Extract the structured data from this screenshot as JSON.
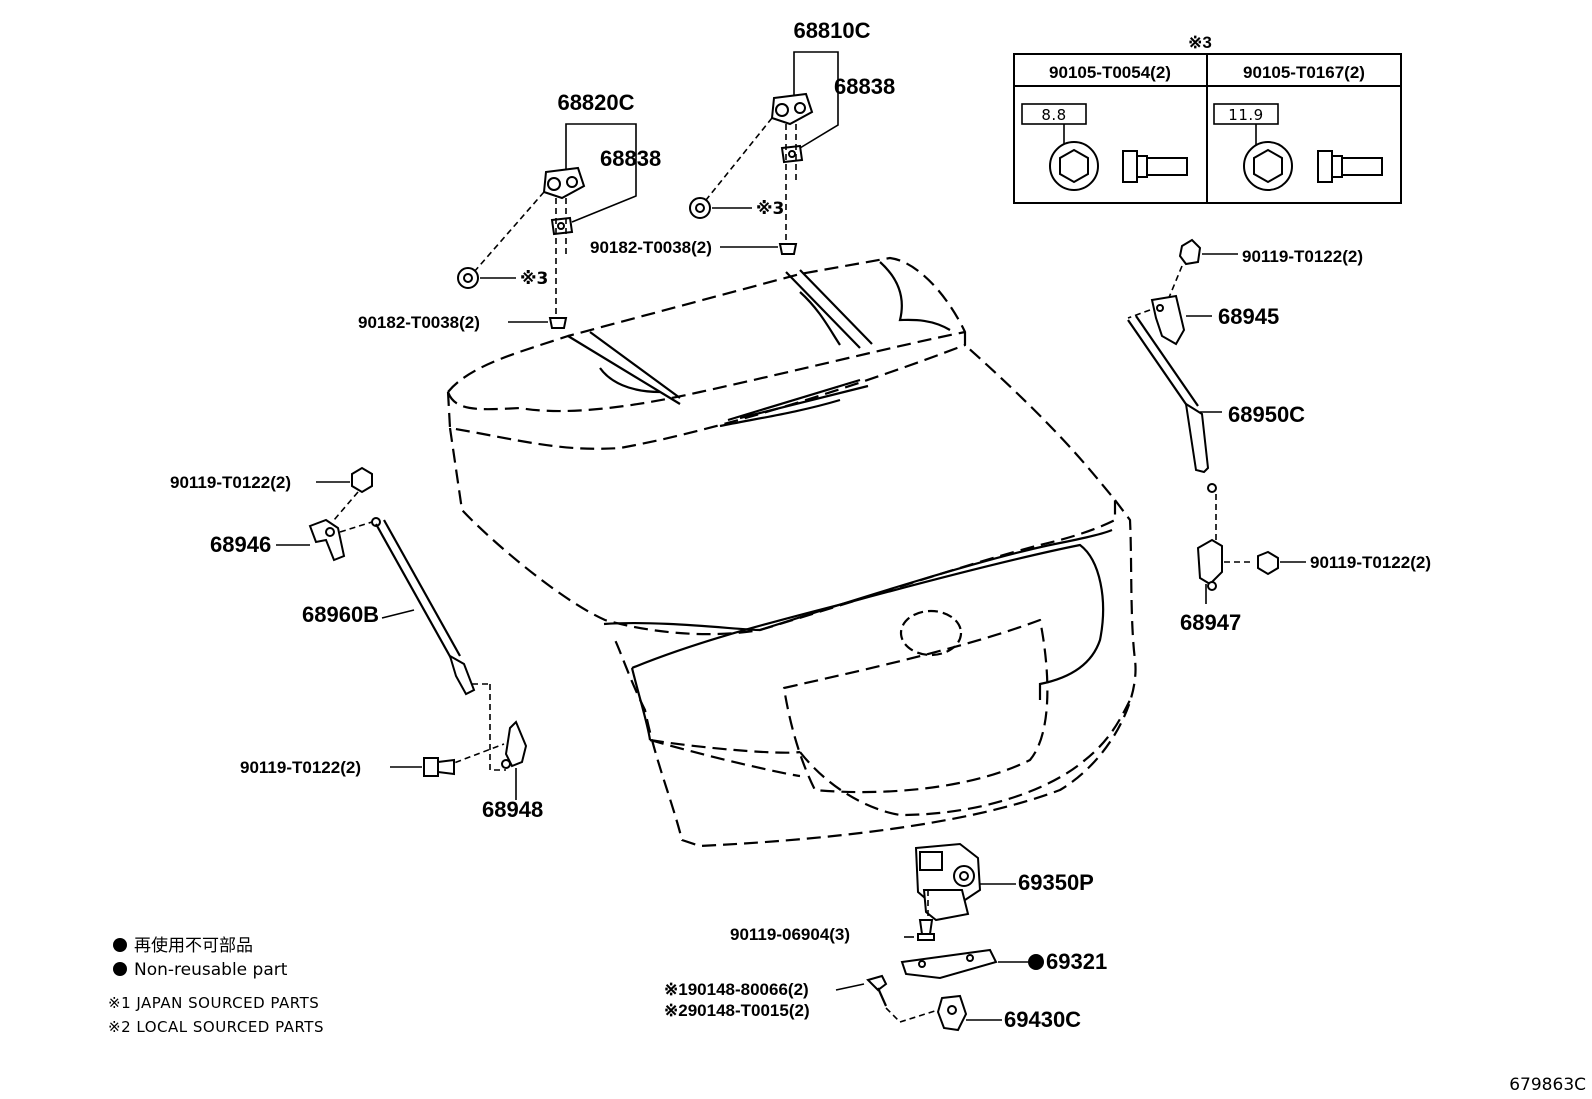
{
  "diagram_id": "679863C",
  "legend": {
    "non_reusable_jp": "再使用不可部品",
    "non_reusable_en": "Non-reusable part",
    "note1": "※1 JAPAN SOURCED PARTS",
    "note2": "※2 LOCAL SOURCED PARTS"
  },
  "bolt_table": {
    "header_mark": "※3",
    "columns": [
      {
        "part": "90105-T0054(2)",
        "size": "8.8"
      },
      {
        "part": "90105-T0167(2)",
        "size": "11.9"
      }
    ]
  },
  "callouts": {
    "hinge_right_assy": "68810C",
    "hinge_left_assy": "68820C",
    "shim_right": "68838",
    "shim_left": "68838",
    "mark3_right": "※3",
    "mark3_left": "※3",
    "nut_right": "90182-T0038(2)",
    "nut_left": "90182-T0038(2)",
    "bolt_upper_right": "90119-T0122(2)",
    "bracket_upper_right": "68945",
    "stay_right": "68950C",
    "bolt_lower_right": "90119-T0122(2)",
    "bracket_lower_right": "68947",
    "bolt_upper_left": "90119-T0122(2)",
    "bracket_upper_left": "68946",
    "stay_left": "68960B",
    "bolt_lower_left": "90119-T0122(2)",
    "bracket_lower_left": "68948",
    "lock_assy": "69350P",
    "lock_bolt": "90119-06904(3)",
    "striker_plate": "69321",
    "screw_1": "※190148-80066(2)",
    "screw_2": "※290148-T0015(2)",
    "striker": "69430C"
  }
}
